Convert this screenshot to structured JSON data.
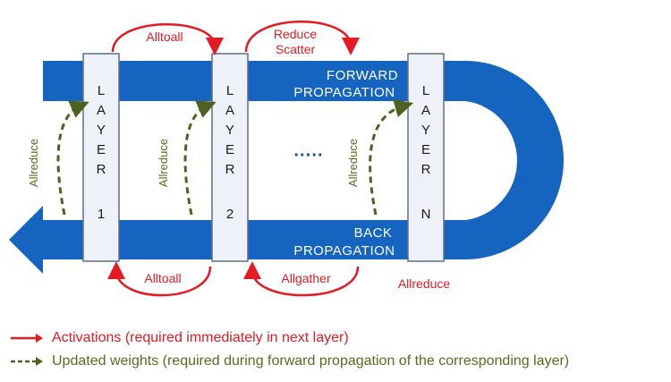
{
  "colors": {
    "band": "#1565c0",
    "band_light_text": "#ffffff",
    "layer_fill": "#eef2f8",
    "layer_border": "#5f6f87",
    "activation": "#e31b23",
    "weights": "#4e6120",
    "dots": "#1d4fa0"
  },
  "bands": {
    "forward_line1": "FORWARD",
    "forward_line2": "PROPAGATION",
    "back_line1": "BACK",
    "back_line2": "PROPAGATION"
  },
  "layers": [
    {
      "letters": [
        "L",
        "A",
        "Y",
        "E",
        "R"
      ],
      "index": "1"
    },
    {
      "letters": [
        "L",
        "A",
        "Y",
        "E",
        "R"
      ],
      "index": "2"
    },
    {
      "letters": [
        "L",
        "A",
        "Y",
        "E",
        "R"
      ],
      "index": "N"
    }
  ],
  "ellipsis": "·····",
  "top_arrows": [
    "Alltoall",
    "Reduce",
    "Scatter"
  ],
  "bottom_arrows": [
    "Alltoall",
    "Allgather",
    "Allreduce"
  ],
  "weight_arrows": [
    "Allreduce",
    "Allreduce",
    "Allreduce"
  ],
  "legend": {
    "activations": "Activations (required immediately in next layer)",
    "weights": "Updated weights (required during forward propagation of the corresponding layer)"
  }
}
